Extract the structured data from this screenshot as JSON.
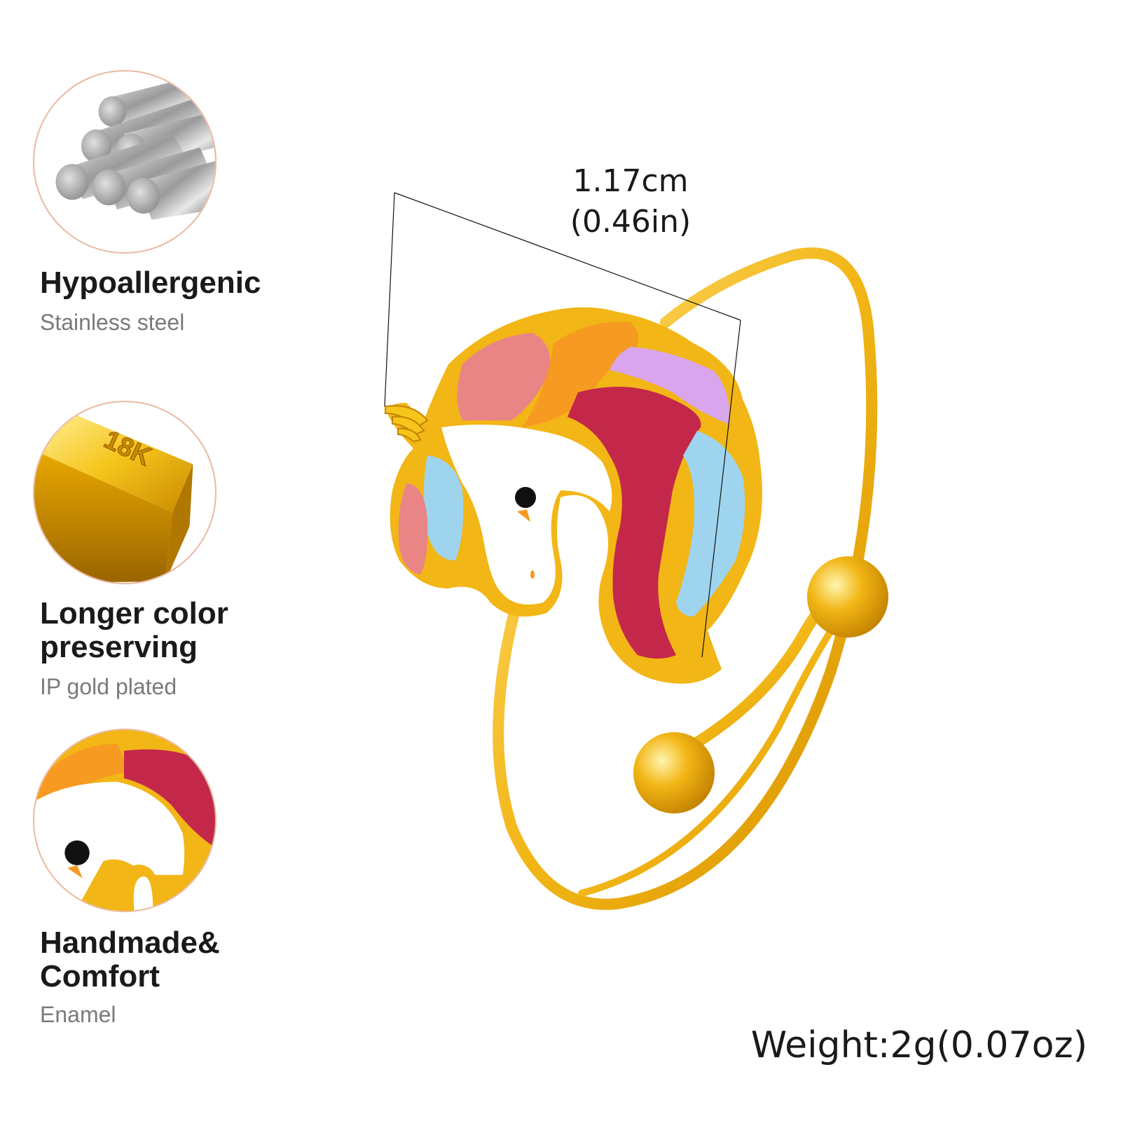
{
  "features": [
    {
      "title": "Hypoallergenic",
      "subtitle": "Stainless steel",
      "icon": "steel-rods-icon"
    },
    {
      "title_line1": "Longer color",
      "title_line2": "preserving",
      "subtitle": "IP gold plated",
      "icon": "gold-bar-icon",
      "bar_label": "18K"
    },
    {
      "title_line1": "Handmade&",
      "title_line2": "Comfort",
      "subtitle": "Enamel",
      "icon": "enamel-closeup-icon"
    }
  ],
  "dimension": {
    "metric": "1.17cm",
    "imperial": "(0.46in)"
  },
  "weight": "Weight:2g(0.07oz)",
  "colors": {
    "gold": "#f2b616",
    "circle_border": "#eab8a2",
    "enamel_pink": "#e98585",
    "enamel_orange": "#f79a22",
    "enamel_lilac": "#d9a6ee",
    "enamel_crimson": "#c3284a",
    "enamel_blue": "#9fd4ef",
    "enamel_white": "#ffffff"
  }
}
